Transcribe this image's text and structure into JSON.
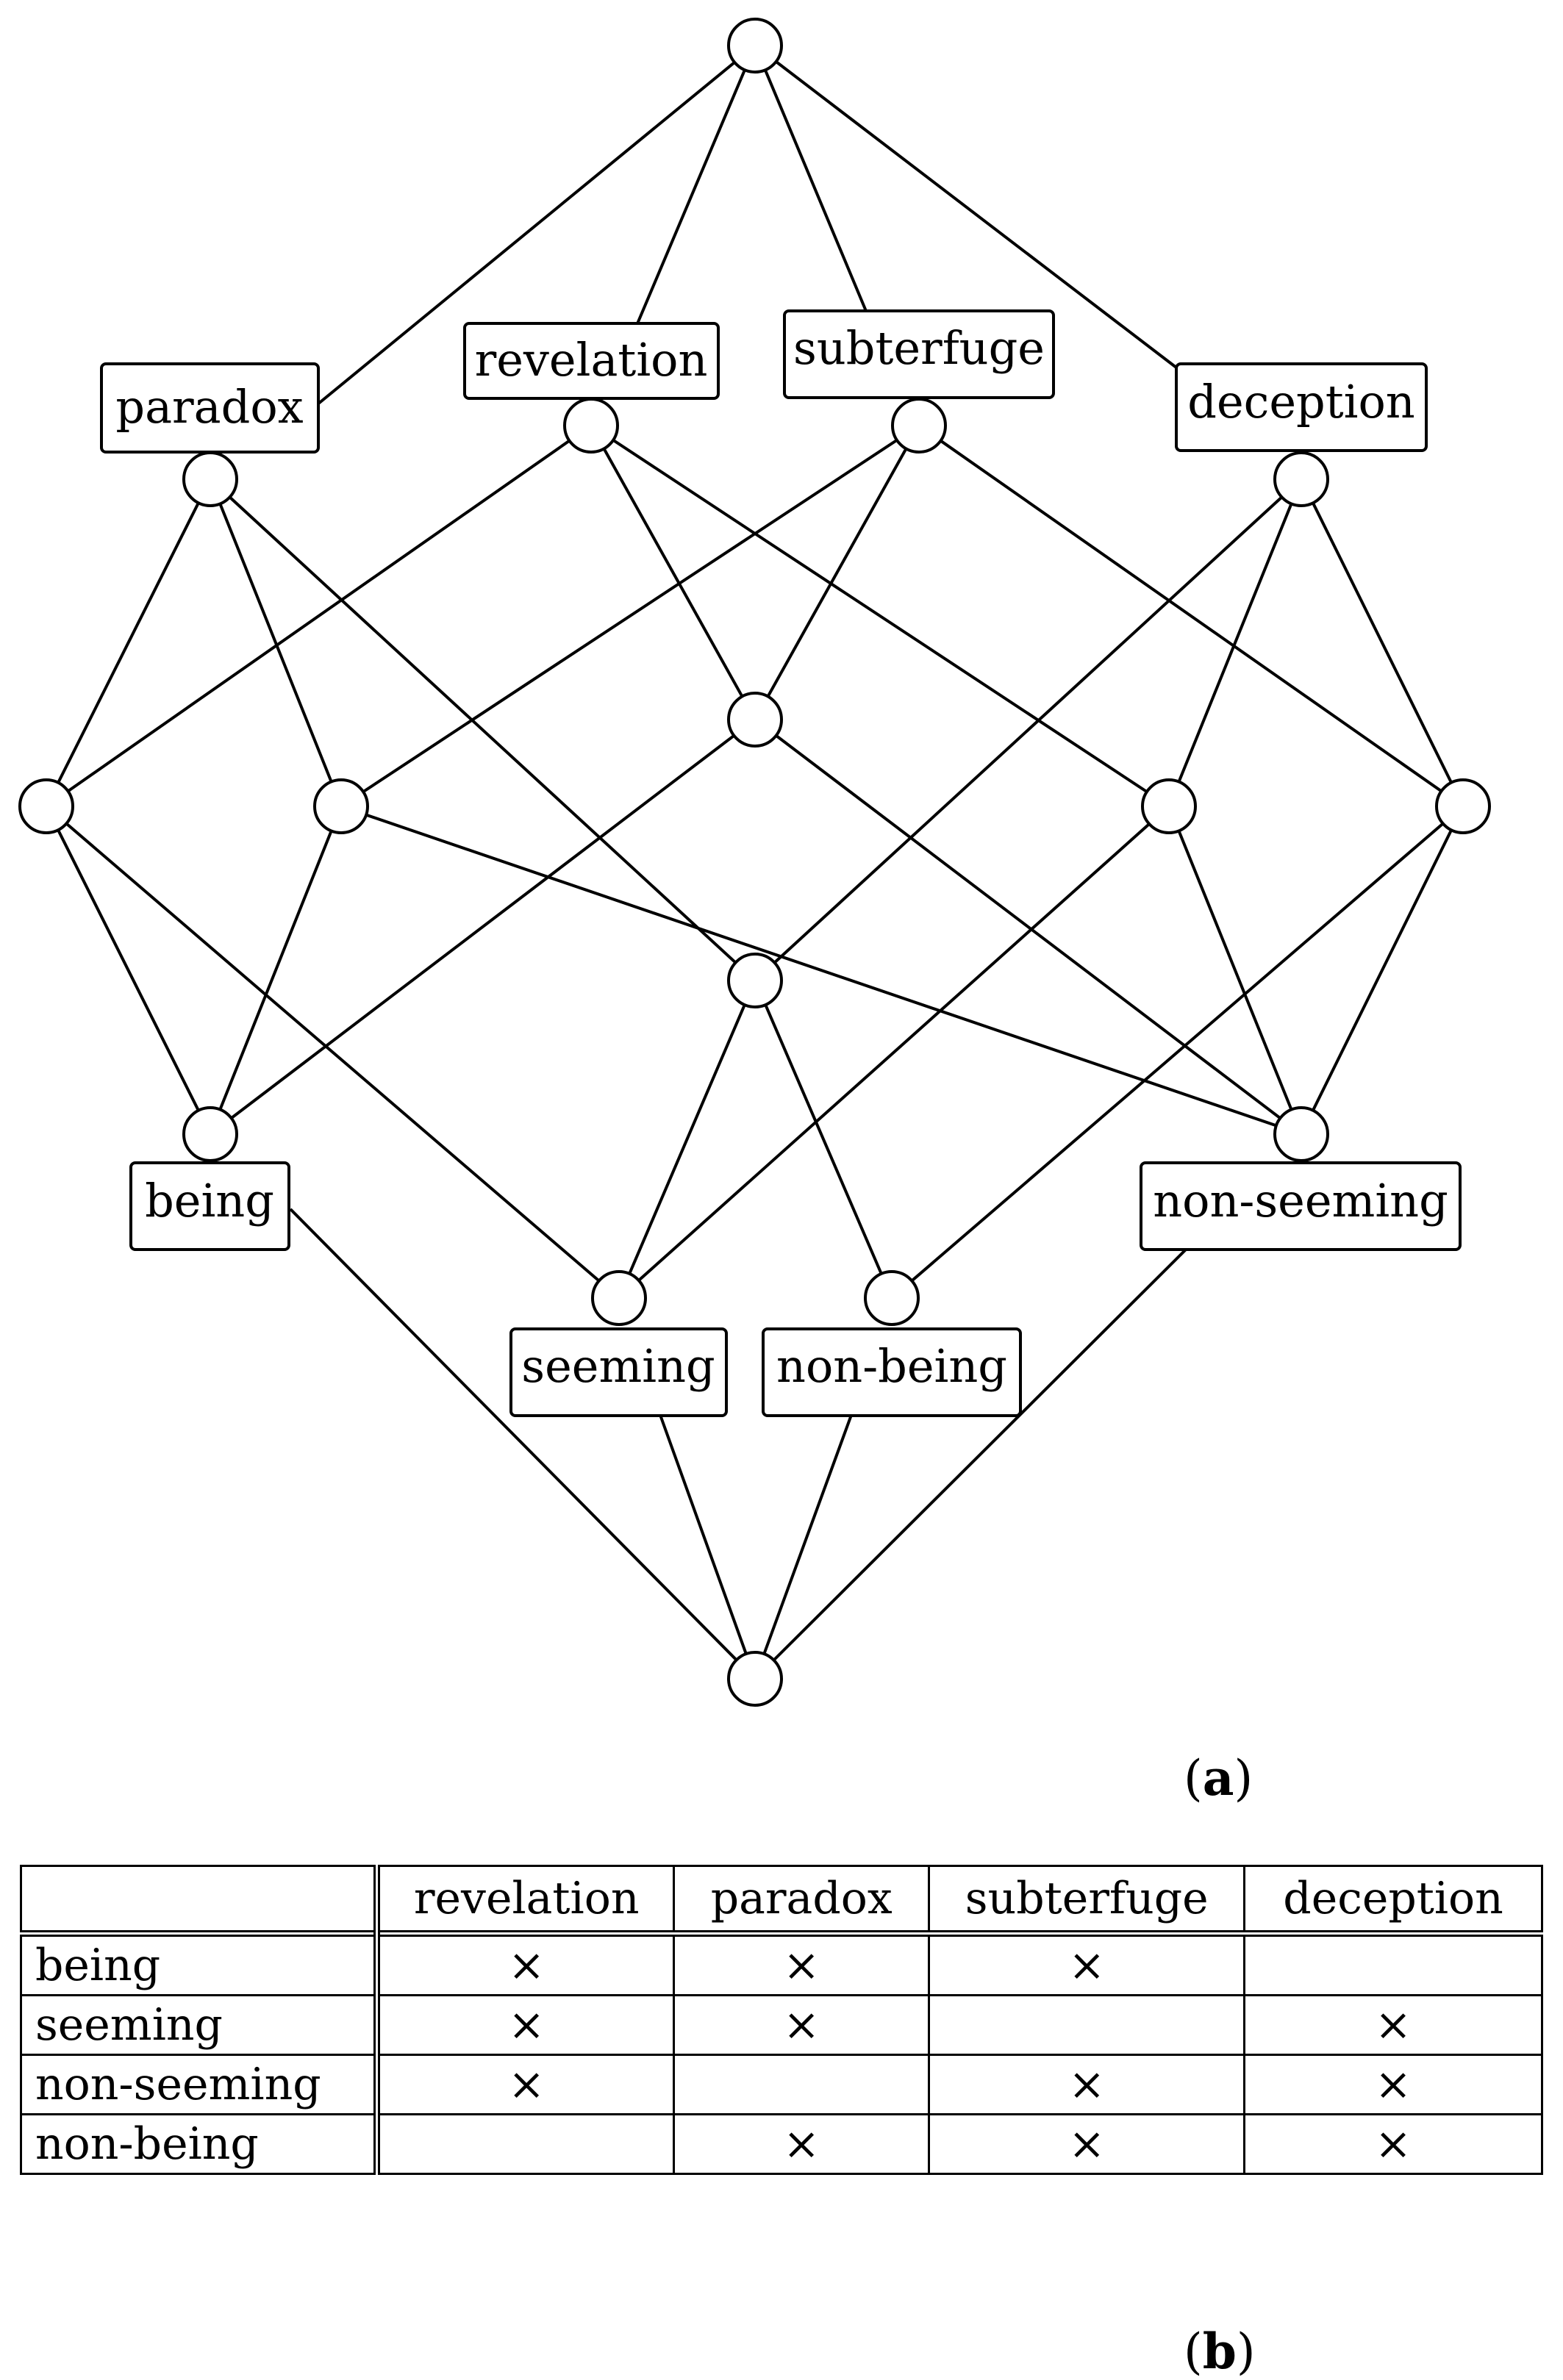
{
  "lattice": {
    "labels": {
      "paradox": "paradox",
      "revelation": "revelation",
      "subterfuge": "subterfuge",
      "deception": "deception",
      "being": "being",
      "non_seeming": "non-seeming",
      "seeming": "seeming",
      "non_being": "non-being"
    },
    "caption_letter": "a"
  },
  "context_table": {
    "attributes": [
      "revelation",
      "paradox",
      "subterfuge",
      "deception"
    ],
    "rows": [
      {
        "object": "being",
        "cells": [
          "×",
          "×",
          "×",
          ""
        ]
      },
      {
        "object": "seeming",
        "cells": [
          "×",
          "×",
          "",
          "×"
        ]
      },
      {
        "object": "non-seeming",
        "cells": [
          "×",
          "",
          "×",
          "×"
        ]
      },
      {
        "object": "non-being",
        "cells": [
          "",
          "×",
          "×",
          "×"
        ]
      }
    ],
    "caption_letter": "b"
  }
}
